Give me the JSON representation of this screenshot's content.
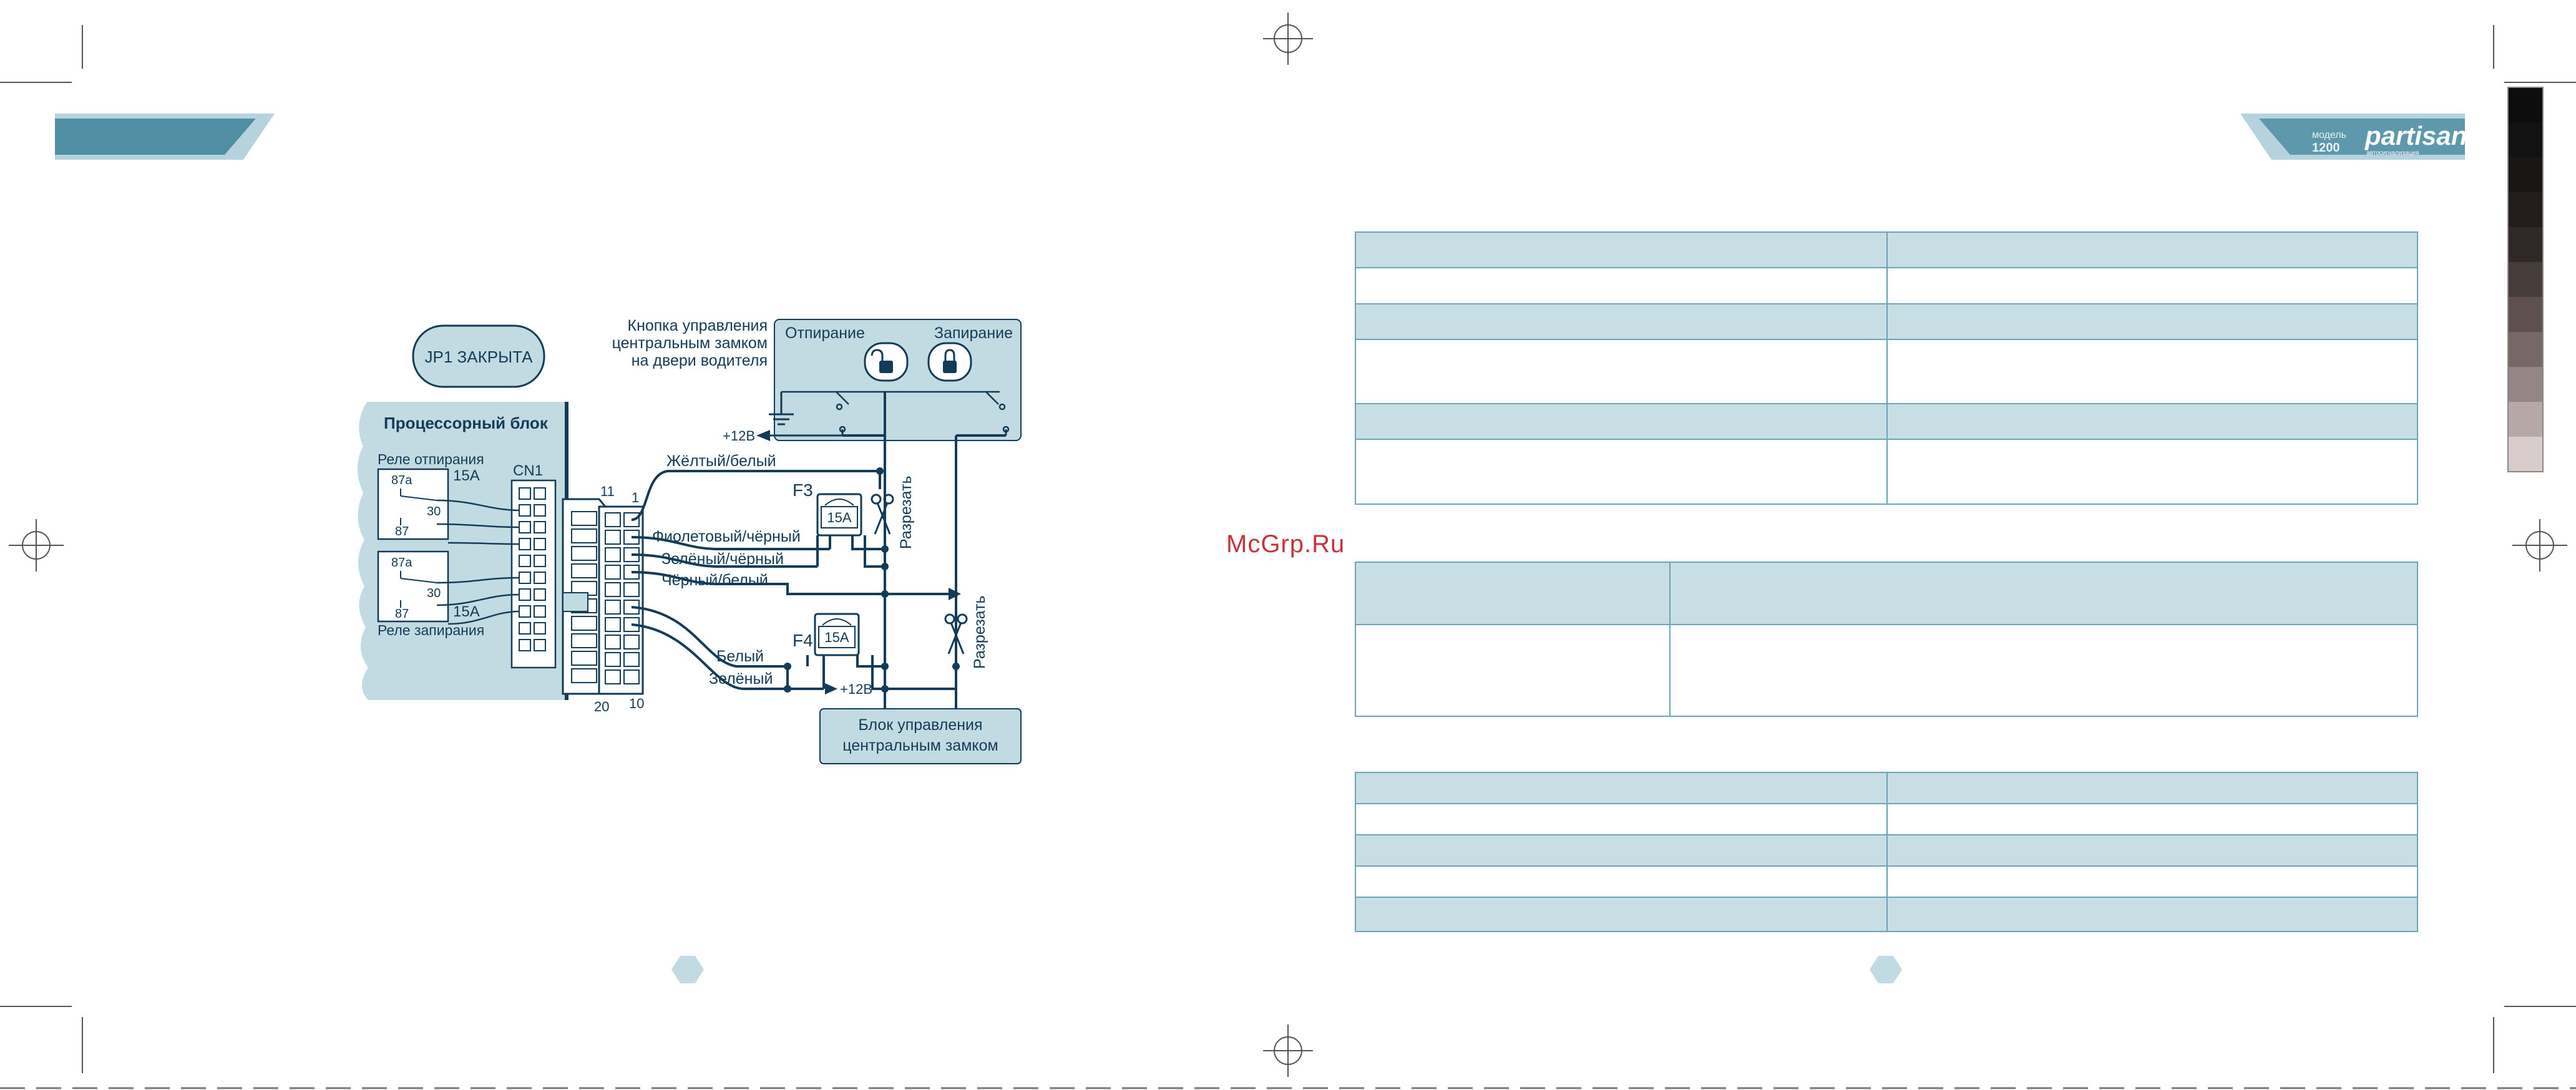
{
  "watermark": "McGrp.Ru",
  "brand": {
    "name": "partisan",
    "model_label": "модель",
    "model_number": "1200",
    "tagline": "автосигнализация"
  },
  "diagram": {
    "jumper": "JP1 ЗАКРЫТА",
    "processor_block": "Процессорный блок",
    "relay_unlock": "Реле отпирания",
    "relay_lock": "Реле запирания",
    "relay_current_1": "15A",
    "relay_current_2": "15A",
    "pin_87a_1": "87a",
    "pin_30_1": "30",
    "pin_87_1": "87",
    "pin_87a_2": "87a",
    "pin_30_2": "30",
    "pin_87_2": "87",
    "connector": "CN1",
    "pin_11": "11",
    "pin_1": "1",
    "pin_20": "20",
    "pin_10": "10",
    "button_caption": [
      "Кнопка управления",
      "центральным замком",
      "на двери водителя"
    ],
    "unlock_label": "Отпирание",
    "lock_label": "Запирание",
    "plus12_top": "+12В",
    "plus12_bottom": "+12В",
    "wire_yellow_white": "Жёлтый/белый",
    "wire_violet_black": "Фиолетовый/чёрный",
    "wire_green_black": "Зелёный/чёрный",
    "wire_black_white": "Чёрный/белый",
    "wire_white": "Белый",
    "wire_green": "Зелёный",
    "fuse_f3": "F3",
    "fuse_f4": "F4",
    "fuse_f3_rating": "15A",
    "fuse_f4_rating": "15A",
    "cut_1": "Разрезать",
    "cut_2": "Разрезать",
    "central_lock_block": [
      "Блок управления",
      "центральным замком"
    ]
  },
  "colors": {
    "ink": "#143b57",
    "panel_blue": "#c2dbe3",
    "header_teal": "#4f8ea3",
    "table_rule": "#6da3b6",
    "table_header": "#c7dee5"
  },
  "tables": {
    "table1_rows": 6,
    "table2_rows": 2,
    "table3_rows": 5
  }
}
